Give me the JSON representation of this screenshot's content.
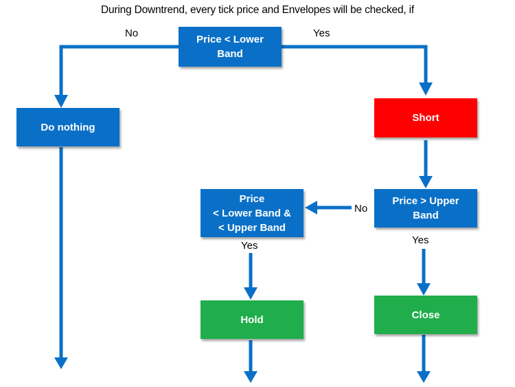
{
  "title": "During Downtrend, every tick price and Envelopes will be checked, if",
  "colors": {
    "blue": "#0A70C7",
    "red": "#FF0000",
    "green": "#1FAE4B",
    "arrow": "#0A70C7"
  },
  "nodes": {
    "decision_lower": "Price < Lower Band",
    "do_nothing": "Do nothing",
    "short": "Short",
    "decision_upper": "Price > Upper Band",
    "decision_between_l1": "Price",
    "decision_between_l2": "< Lower Band &",
    "decision_between_l3": "< Upper Band",
    "hold": "Hold",
    "close": "Close"
  },
  "edge_labels": {
    "lower_no": "No",
    "lower_yes": "Yes",
    "upper_no": "No",
    "upper_yes": "Yes",
    "between_yes": "Yes"
  }
}
